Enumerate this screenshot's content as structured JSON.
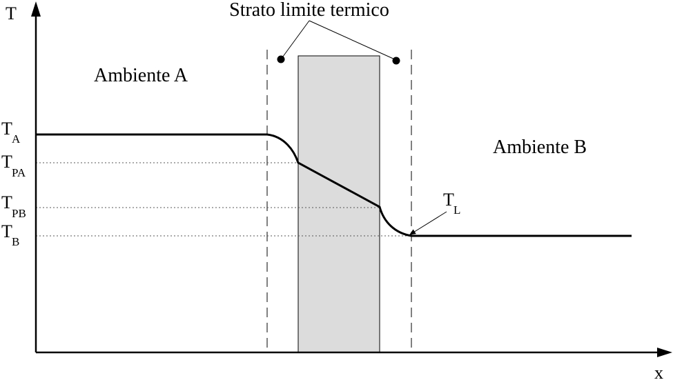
{
  "diagram": {
    "title": "Strato limite termico",
    "axes": {
      "y_label": "T",
      "x_label": "x"
    },
    "regions": {
      "left": "Ambiente A",
      "right": "Ambiente B"
    },
    "temperatures": {
      "t_a": {
        "main": "T",
        "sub": "A"
      },
      "t_pa": {
        "main": "T",
        "sub": "PA"
      },
      "t_pb": {
        "main": "T",
        "sub": "PB"
      },
      "t_b": {
        "main": "T",
        "sub": "B"
      },
      "t_l": {
        "main": "T",
        "sub": "L"
      }
    },
    "colors": {
      "wall_fill": "#dcdcdc",
      "line": "#000000",
      "dotted_guides": "#555555"
    }
  }
}
